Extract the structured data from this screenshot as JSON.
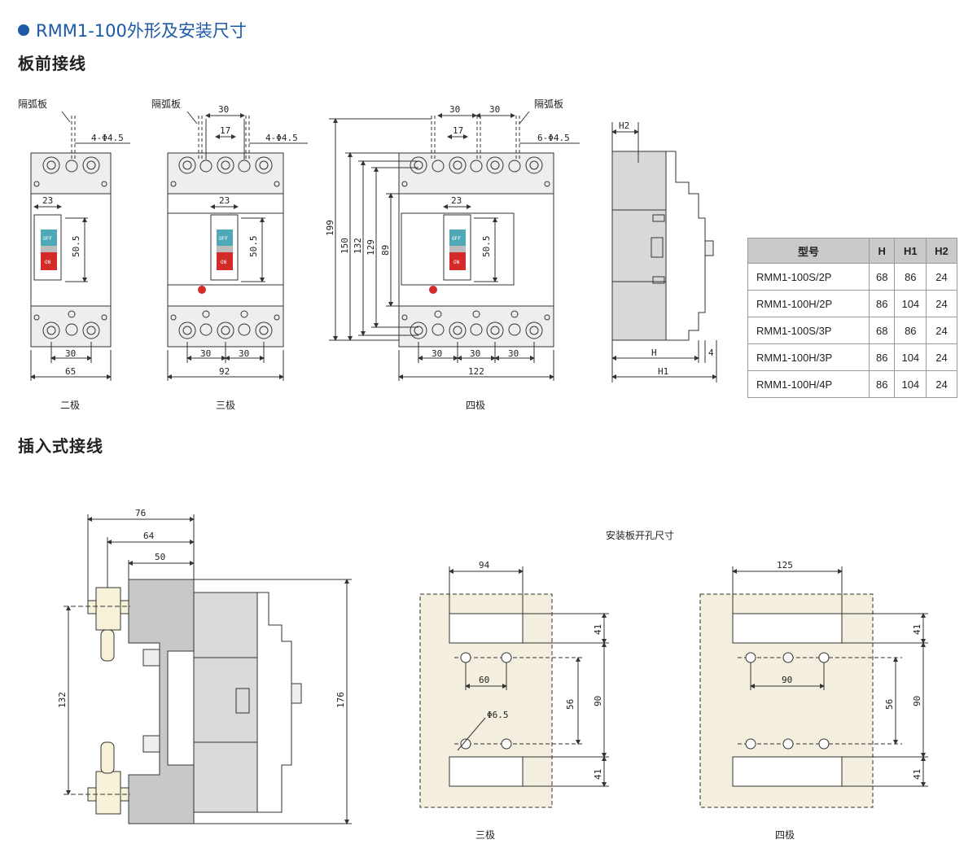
{
  "title": "RMM1-100外形及安装尺寸",
  "section1": "板前接线",
  "section2": "插入式接线",
  "labels": {
    "arc_plate": "隔弧板",
    "holes_4": "4-Φ4.5",
    "holes_6": "6-Φ4.5",
    "d23": "23",
    "d505": "50.5",
    "d30": "30",
    "d17": "17",
    "d65": "65",
    "d92": "92",
    "d122": "122",
    "d199": "199",
    "d150": "150",
    "d132": "132",
    "d129": "129",
    "d89": "89",
    "off": "OFF",
    "on": "ON",
    "h2": "H2",
    "h": "H",
    "h1": "H1",
    "d4": "4",
    "two_pole": "二极",
    "three_pole": "三极",
    "four_pole": "四极",
    "d76": "76",
    "d64": "64",
    "d50": "50",
    "d176": "176",
    "panel_title": "安装板开孔尺寸",
    "d94": "94",
    "d125": "125",
    "d41": "41",
    "d60": "60",
    "d90": "90",
    "d56": "56",
    "phi65": "Φ6.5"
  },
  "table": {
    "headers": [
      "型号",
      "H",
      "H1",
      "H2"
    ],
    "rows": [
      [
        "RMM1-100S/2P",
        "68",
        "86",
        "24"
      ],
      [
        "RMM1-100H/2P",
        "86",
        "104",
        "24"
      ],
      [
        "RMM1-100S/3P",
        "68",
        "86",
        "24"
      ],
      [
        "RMM1-100H/3P",
        "86",
        "104",
        "24"
      ],
      [
        "RMM1-100H/4P",
        "86",
        "104",
        "24"
      ]
    ]
  },
  "colors": {
    "accent": "#1c5aa8",
    "off_button": "#4fa8b8",
    "on_button": "#d42a2a",
    "panel_bg": "#f3eedd"
  }
}
